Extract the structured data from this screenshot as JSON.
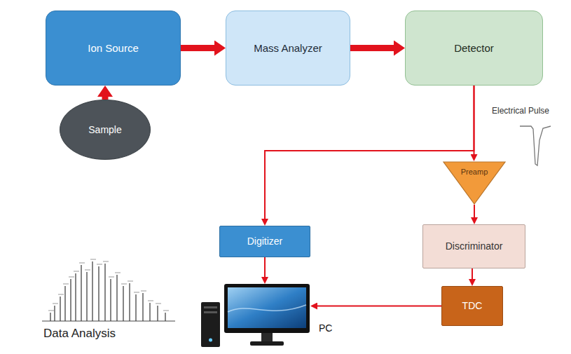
{
  "diagram": {
    "nodes": [
      {
        "text": [
          "Ion Source"
        ]
      },
      {
        "text": [
          "Mass Analyzer"
        ]
      },
      {
        "text": [
          "Detector"
        ]
      },
      {
        "text": [
          "Sample"
        ]
      },
      {
        "text": [
          "Preamp"
        ]
      },
      {
        "text": [
          "Digitizer"
        ]
      },
      {
        "text": [
          "Discriminator"
        ]
      },
      {
        "text": [
          "TDC"
        ]
      },
      {
        "text": [
          "PC"
        ]
      }
    ],
    "edges": [
      {
        "from": 3,
        "to": 0,
        "arrow": "to"
      },
      {
        "from": 0,
        "to": 1,
        "arrow": "to"
      },
      {
        "from": 1,
        "to": 2,
        "arrow": "to"
      },
      {
        "from": 2,
        "to": 5,
        "arrow": "to"
      },
      {
        "from": 2,
        "to": 4,
        "arrow": "to"
      },
      {
        "from": 4,
        "to": 6,
        "arrow": "to"
      },
      {
        "from": 6,
        "to": 7,
        "arrow": "to"
      },
      {
        "from": 5,
        "to": 8,
        "arrow": "to"
      },
      {
        "from": 7,
        "to": 8,
        "arrow": "to"
      }
    ],
    "labels": [
      "Electrical Pulse",
      "Data Analysis"
    ]
  }
}
